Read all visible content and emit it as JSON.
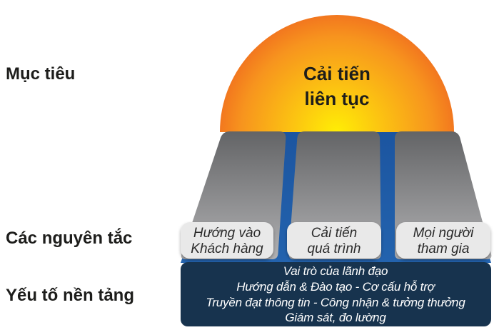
{
  "left_labels": {
    "goal": "Mục tiêu",
    "principles": "Các nguyên tắc",
    "foundation": "Yếu tố nền tảng"
  },
  "sun": {
    "line1": "Cải tiến",
    "line2": "liên tục"
  },
  "pillars": [
    {
      "line1": "Hướng vào",
      "line2": "Khách hàng"
    },
    {
      "line1": "Cải tiến",
      "line2": "quá trình"
    },
    {
      "line1": "Mọi người",
      "line2": "tham gia"
    }
  ],
  "foundation_lines": [
    "Vai trò của lãnh đạo",
    "Hướng dẫn & Đào tạo  -  Cơ cấu hỗ trợ",
    "Truyền đạt thông tin - Công nhận & tưởng thưởng",
    "Giám sát, đo lường"
  ],
  "colors": {
    "sun_center": "#FFEE05",
    "sun_mid": "#FCC511",
    "sun_outer": "#F7941E",
    "sun_edge": "#F1701F",
    "slab_top": "#636466",
    "slab_bottom": "#B1B1B3",
    "blue_top": "#1C55A0",
    "blue_bottom": "#2363AE",
    "base_navy": "#17334E",
    "plate": "#E9E9E9",
    "text_dark": "#1D1D1B",
    "text_plate": "#2A2A2A",
    "text_light": "#FFFFFF"
  }
}
